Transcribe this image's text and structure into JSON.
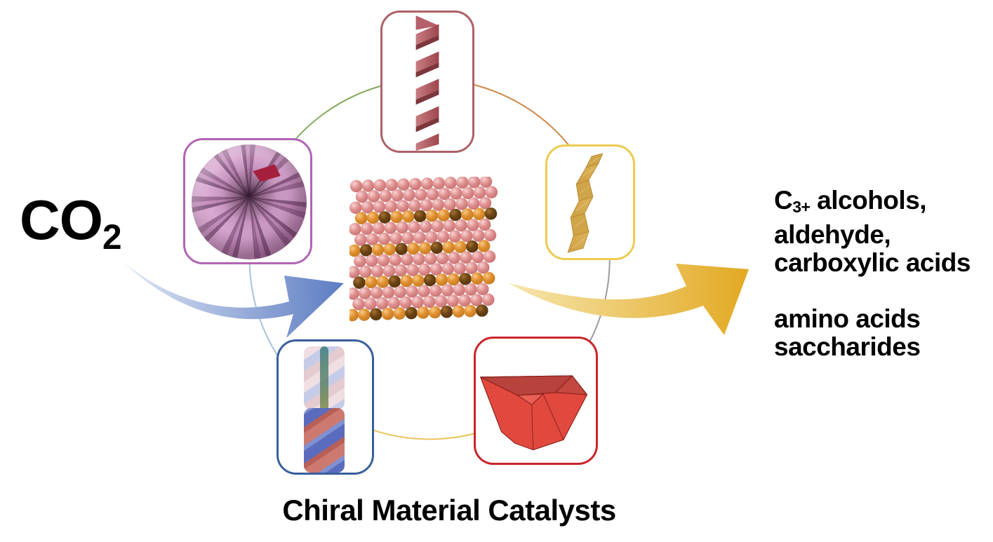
{
  "diagram": {
    "title": "Chiral Material Catalysts",
    "reactant": {
      "main": "CO",
      "sub": "2"
    },
    "products": {
      "line1_main": "C",
      "line1_sub": "3+",
      "line1_rest": " alcohols,",
      "line2": "aldehyde,",
      "line3": "carboxylic acids",
      "line4": "amino acids",
      "line5": "saccharides"
    },
    "catalysts": [
      {
        "name": "helical-ribbon",
        "position": "top",
        "border_color": "#ad6168",
        "motif_color": "#b4565c"
      },
      {
        "name": "spiral-nanoflower",
        "position": "upper-left",
        "border_color": "#b164b3",
        "motif_color": "#c892c0"
      },
      {
        "name": "twisted-nanoribbon",
        "position": "upper-right",
        "border_color": "#eecb4f",
        "motif_color": "#d0a448"
      },
      {
        "name": "double-helix-rope",
        "position": "lower-left",
        "border_color": "#3a5e9c",
        "motif_color": "#5b6cbe"
      },
      {
        "name": "chiral-polyhedron",
        "position": "lower-right",
        "border_color": "#c9252b",
        "motif_color": "#e2493e"
      }
    ],
    "center": {
      "name": "catalyst-atomic-lattice",
      "sphere_colors": {
        "pink": "#df8f8f",
        "orange": "#df8f2e",
        "brown": "#6b4314"
      }
    },
    "arrows": {
      "input": {
        "direction": "co2-to-catalyst",
        "gradient": [
          "#dfe6f4",
          "#5c7cc2"
        ]
      },
      "output": {
        "direction": "catalyst-to-products",
        "gradient": [
          "#f6e6ae",
          "#e2a922"
        ]
      }
    },
    "ring_colors": {
      "top_left": "#83a858",
      "top_right": "#cf8747",
      "right": "#9a9aa0",
      "bottom": "#eac35b",
      "left": "#a9c2dd"
    }
  }
}
